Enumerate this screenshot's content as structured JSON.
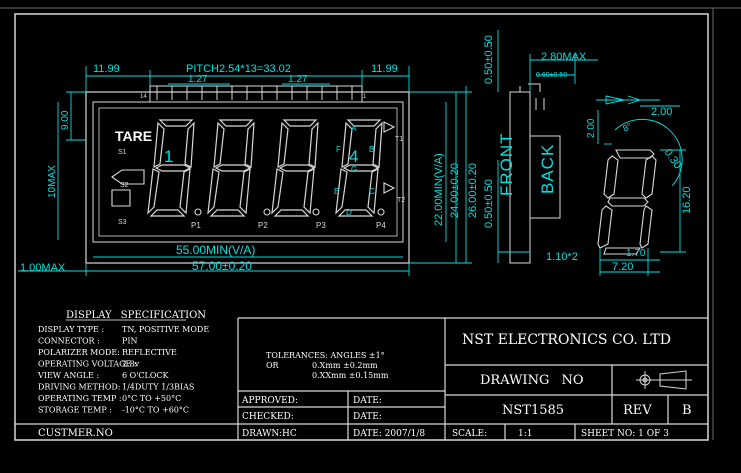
{
  "colors": {
    "background": "#000000",
    "cyan": "#00e0e0",
    "white": "#ffffff",
    "border": "#c8c8c8"
  },
  "dimensions": {
    "pitch": "PITCH2.54*13=33.02",
    "left_offset": "11.99",
    "right_offset": "11.99",
    "pin_pitch_left": "1.27",
    "pin_pitch_right": "1.27",
    "pin_14": "14",
    "pin_1": "1",
    "height_9": "9.00",
    "height_10max": "10MAX",
    "left_1max": "1.00MAX",
    "view_width": "55.00MIN(V/A)",
    "outline_width": "57.00±0.20",
    "view_height": "22.00MIN(V/A)",
    "inner_height": "24.00±0.20",
    "outer_height": "26.00±0.20",
    "side_top": "0.50±0.50",
    "side_bottom": "0.50±0.50",
    "thickness": "2.80MAX",
    "pin_detail": "0.60±0.50",
    "pin_pos": "1.10*2",
    "seg_pitch": "2.00",
    "seg_top": "2.00",
    "digit_height": "16.20",
    "seg_width": "1.70",
    "digit_width": "7.20",
    "slant": "0.30",
    "angle": "8°",
    "front_label": "FRONT",
    "back_label": "BACK"
  },
  "lcd_labels": {
    "tare": "TARE",
    "s1": "S1",
    "s2": "S2",
    "s3": "S3",
    "t1": "T1",
    "t2": "T2",
    "p1": "P1",
    "p2": "P2",
    "p3": "P3",
    "p4": "P4",
    "digit_label_1": "1",
    "digit_label_4": "4",
    "seg_a": "A",
    "seg_b": "B",
    "seg_c": "C",
    "seg_d": "D",
    "seg_e": "E",
    "seg_f": "F",
    "seg_g": "G"
  },
  "spec": {
    "title": "DISPLAY SPECIFICATION",
    "rows": [
      {
        "label": "DISPLAY TYPE :",
        "value": "TN, POSITIVE MODE"
      },
      {
        "label": "CONNECTOR :",
        "value": "PIN"
      },
      {
        "label": "POLARIZER MODE:",
        "value": "REFLECTIVE"
      },
      {
        "label": "OPERATING VOLTAGE :",
        "value": "2.8v"
      },
      {
        "label": "VIEW ANGLE :",
        "value": "6 O'CLOCK"
      },
      {
        "label": "DRIVING METHOD:",
        "value": "1/4DUTY 1/3BIAS"
      },
      {
        "label": "OPERATING TEMP :",
        "value": "0°C TO +50°C"
      },
      {
        "label": "STORAGE TEMP :",
        "value": "-10°C TO +60°C"
      }
    ],
    "customer": "CUSTMER.NO"
  },
  "title_block": {
    "tolerances_title": "TOLERANCES: ANGLES ±1°",
    "tolerances_or": "OR",
    "tolerances_1": "0.Xmm ±0.2mm",
    "tolerances_2": "0.XXmm ±0.15mm",
    "company": "NST ELECTRONICS CO. LTD",
    "drawing_no_label": "DRAWING NO",
    "drawing_no": "NST1585",
    "rev_label": "REV",
    "rev": "B",
    "approved": "APPROVED:",
    "checked": "CHECKED:",
    "drawn": "DRAWN:HC",
    "date1": "DATE:",
    "date2": "DATE:",
    "date3": "DATE: 2007/1/8",
    "scale_label": "SCALE:",
    "scale": "1:1",
    "sheet": "SHEET NO: 1 OF 3"
  }
}
